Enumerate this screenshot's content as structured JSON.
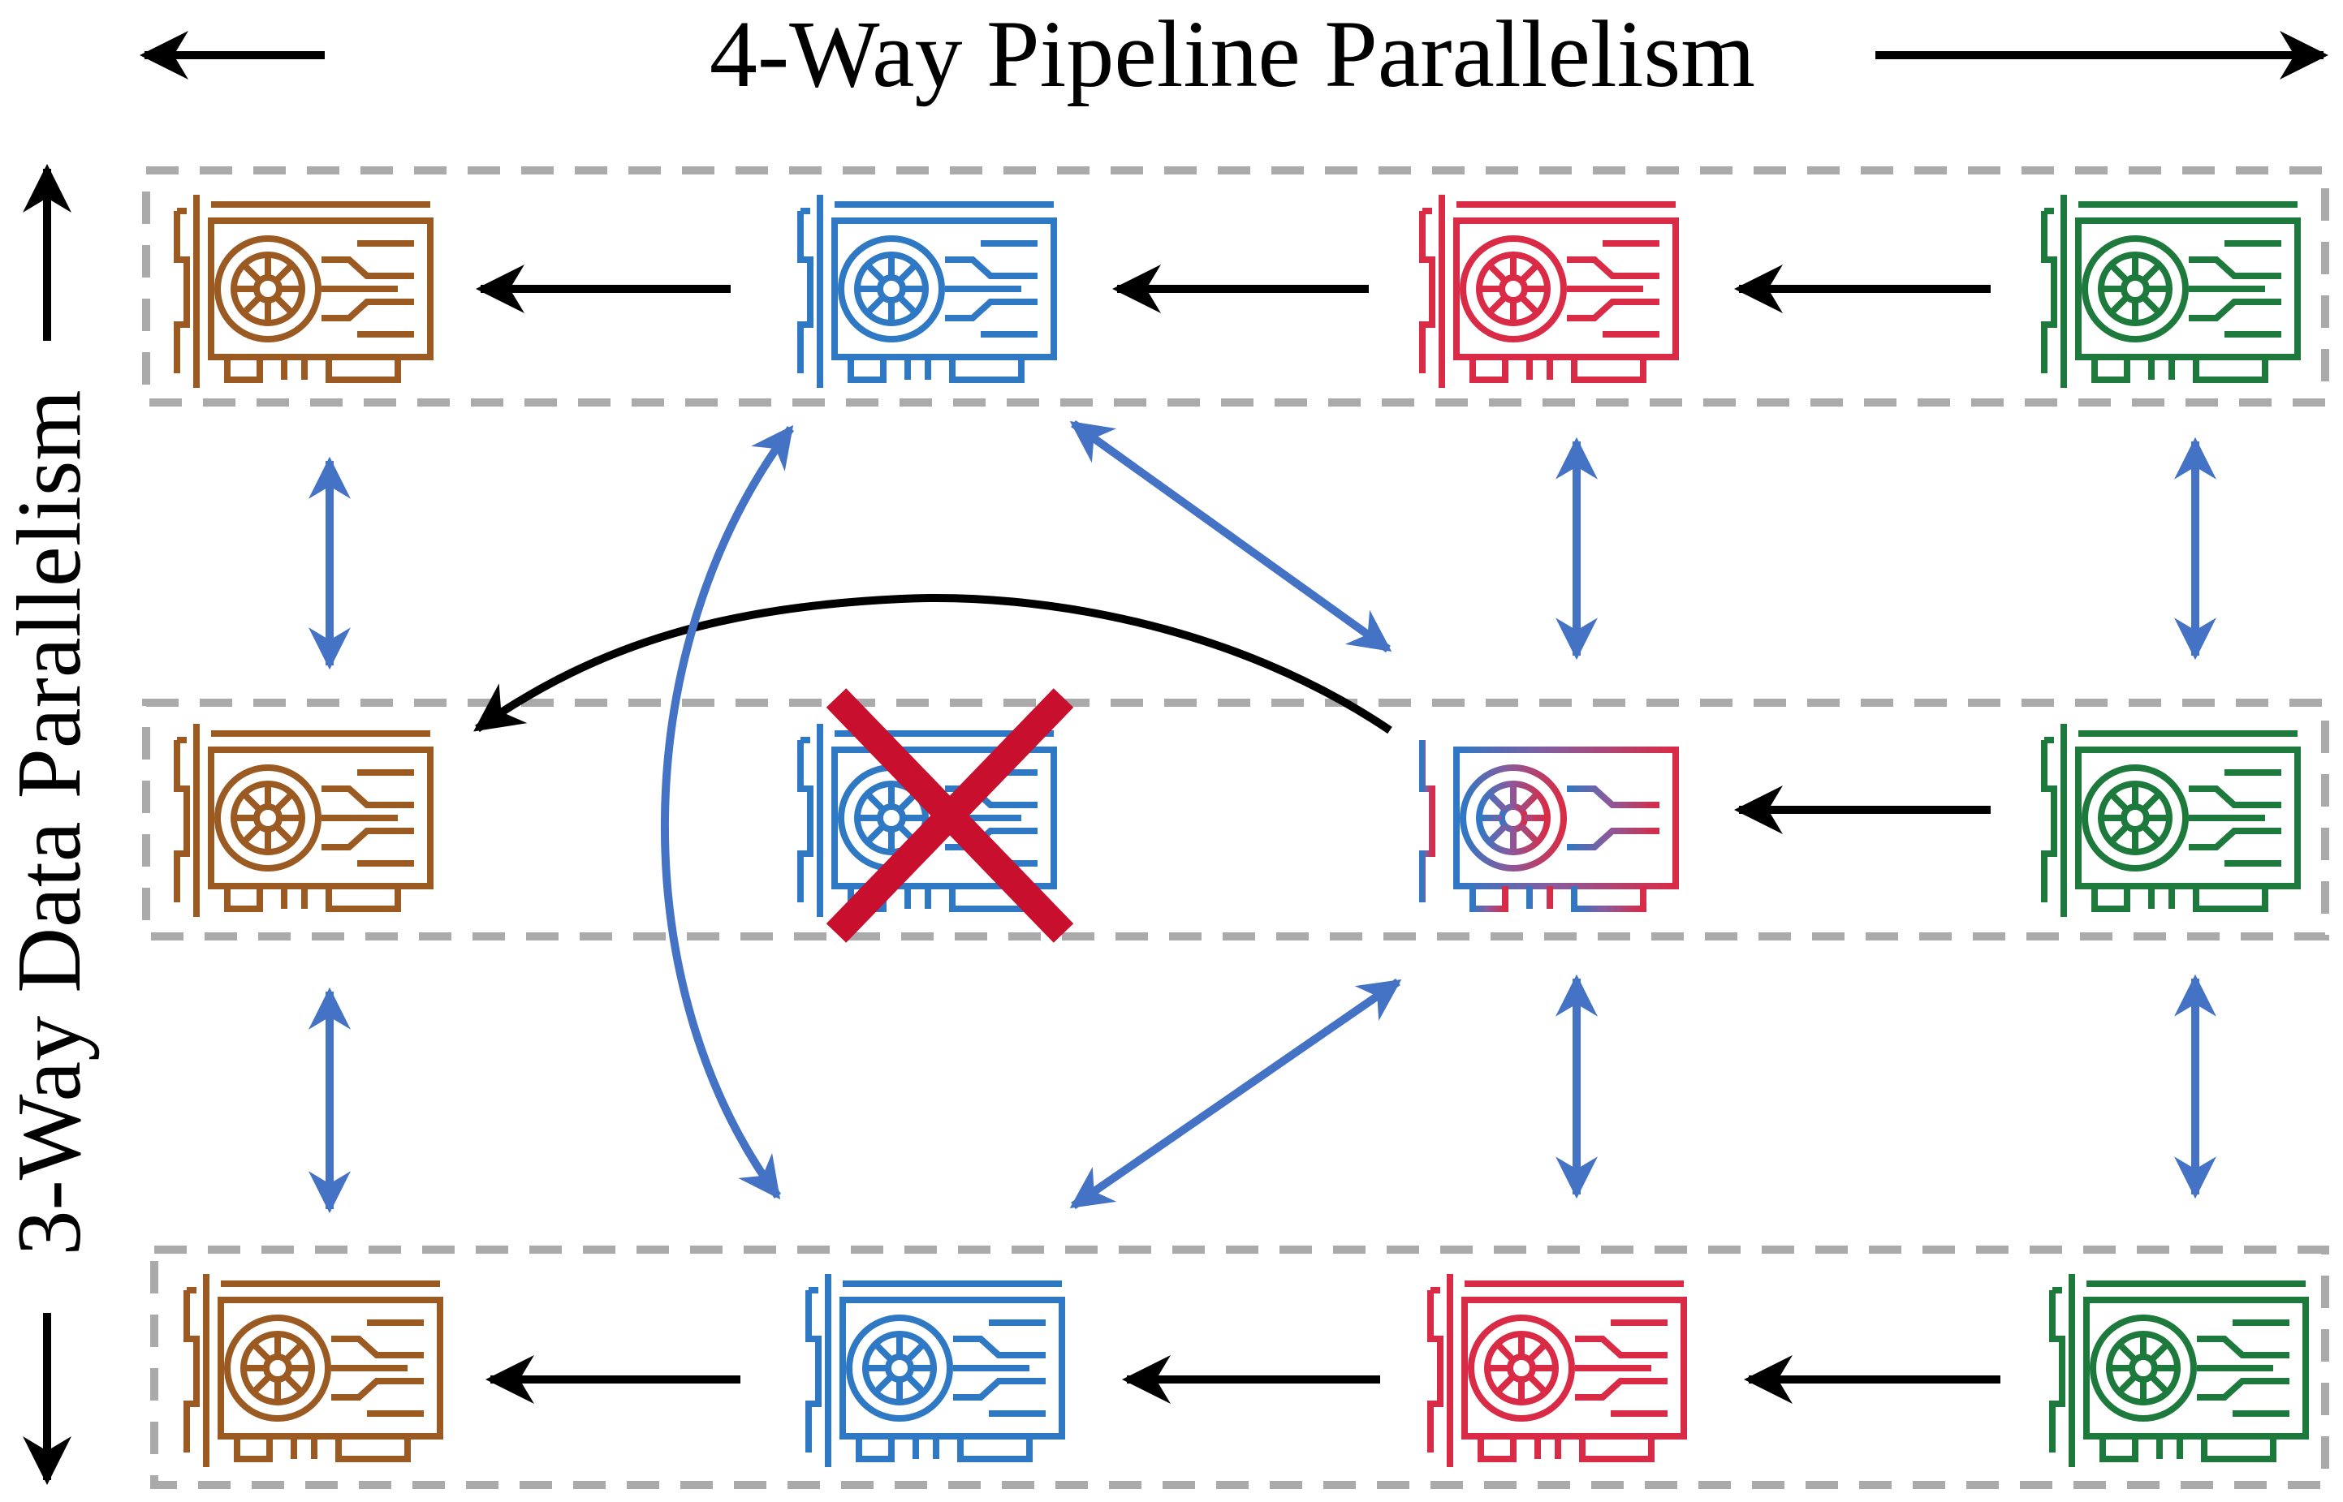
{
  "titles": {
    "horizontal": "4-Way Pipeline Parallelism",
    "vertical": "3-Way Data Parallelism"
  },
  "colors": {
    "stage_1": "#9c5a23",
    "stage_2": "#2f78c4",
    "stage_3": "#d92b45",
    "stage_4": "#1e7a3c",
    "data_parallel_arrow": "#4472c4",
    "pipeline_arrow": "#000000",
    "failure_mark": "#c8102e",
    "group_border": "#aaaaaa"
  },
  "icons": {
    "gpu": "gpu-card-icon",
    "failure": "x-mark-icon"
  },
  "grid": {
    "pipeline_stages": 4,
    "data_parallel_replicas": 3,
    "failed_gpu": {
      "replica": 2,
      "stage": 2
    },
    "merged_gpu": {
      "replica": 2,
      "stage": 3,
      "colors": [
        "stage_2",
        "stage_3"
      ]
    }
  }
}
